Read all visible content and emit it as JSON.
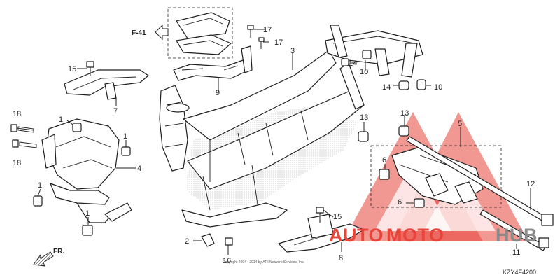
{
  "diagram": {
    "reference": {
      "label": "F-41",
      "arrow": "hollow-left-arrow"
    },
    "direction": {
      "label": "FR.",
      "arrow": "hatched-left-arrow"
    },
    "part_code": "KZY4F4200",
    "copyright": "Copyright 2004 - 2014 by ARI Network Services, Inc.",
    "watermark": {
      "auto": "AUTO",
      "moto": "MOTO",
      "hub": "HUB",
      "accent_color": "#e8443a",
      "gray_color": "#8a8a8a"
    },
    "callouts": {
      "c1a": "1",
      "c1b": "1",
      "c1c": "1",
      "c1d": "1",
      "c2": "2",
      "c3": "3",
      "c4": "4",
      "c5": "5",
      "c6a": "6",
      "c6b": "6",
      "c7": "7",
      "c8": "8",
      "c9": "9",
      "c10a": "10",
      "c10b": "10",
      "c11": "11",
      "c12": "12",
      "c13a": "13",
      "c13b": "13",
      "c14a": "14",
      "c14b": "14",
      "c15a": "15",
      "c15b": "15",
      "c16": "16",
      "c17a": "17",
      "c17b": "17",
      "c18a": "18",
      "c18b": "18"
    }
  }
}
